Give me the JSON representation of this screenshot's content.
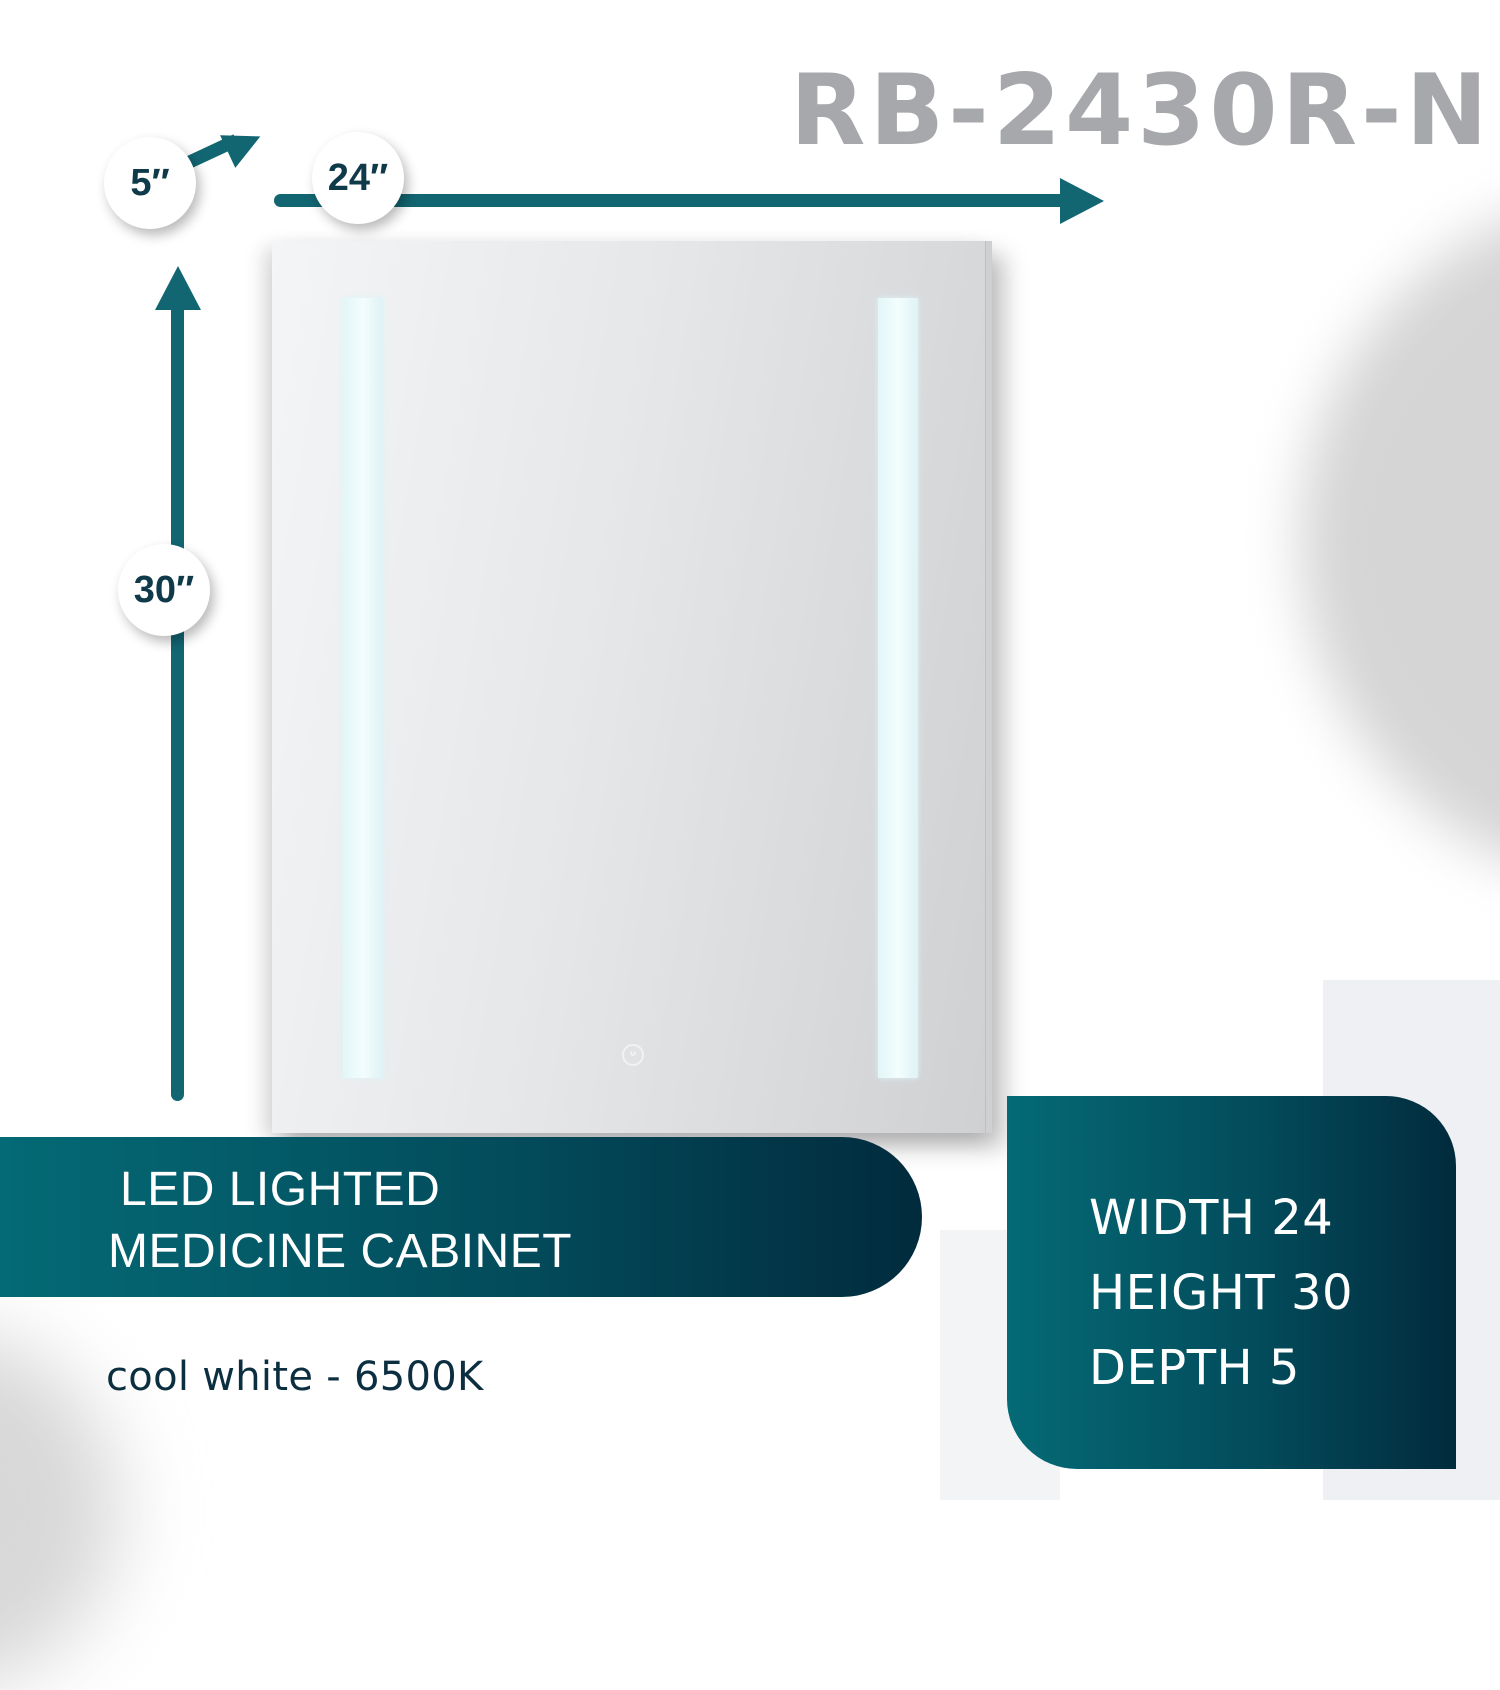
{
  "product": {
    "model_number": "RB-2430R-N",
    "title_lines": [
      "LED LIGHTED",
      "MEDICINE CABINET"
    ],
    "color_temperature": "cool white - 6500K"
  },
  "dimensions": {
    "depth_label": "5″",
    "width_label": "24″",
    "height_label": "30″"
  },
  "specs": [
    {
      "label": "WIDTH",
      "value": "24",
      "text": "WIDTH 24"
    },
    {
      "label": "HEIGHT",
      "value": "30",
      "text": "HEIGHT 30"
    },
    {
      "label": "DEPTH",
      "value": "5",
      "text": "DEPTH 5"
    }
  ],
  "icons": {
    "power": "power-icon",
    "arrows": [
      "arrow-right-icon",
      "arrow-up-icon",
      "arrow-diagonal-icon"
    ]
  },
  "colors": {
    "accent_teal": "#126672",
    "banner_gradient_start": "#046a75",
    "banner_gradient_end": "#012b3d",
    "title_gray": "#a7a8ab",
    "text_dark": "#0b2f40"
  }
}
